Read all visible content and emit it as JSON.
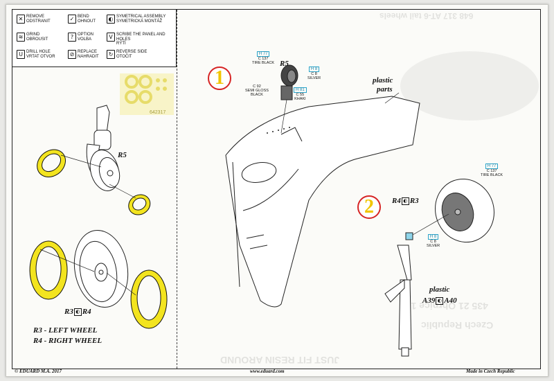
{
  "legend": [
    {
      "icon": "cross-out",
      "lines": [
        "REMOVE",
        "ODSTRANIT"
      ]
    },
    {
      "icon": "bend",
      "lines": [
        "BEND",
        "OHNOUT"
      ]
    },
    {
      "icon": "symmetrical",
      "lines": [
        "SYMETRICAL ASSEMBLY",
        "SYMETRICKÁ MONTÁŽ"
      ]
    },
    {
      "icon": "grind",
      "lines": [
        "GRIND",
        "OBROUSIT"
      ]
    },
    {
      "icon": "option",
      "lines": [
        "OPTION",
        "VOLBA"
      ]
    },
    {
      "icon": "scribe",
      "lines": [
        "SCRIBE THE PANEL AND HOLES",
        "RÝTÍ"
      ]
    },
    {
      "icon": "drill",
      "lines": [
        "DRILL HOLE",
        "VRTAT OTVOR"
      ]
    },
    {
      "icon": "replace",
      "lines": [
        "REPLACE",
        "NAHRADIT"
      ]
    },
    {
      "icon": "reverse",
      "lines": [
        "REVERSE SIDE",
        "OTOČIT"
      ]
    }
  ],
  "sheet_code": "642317",
  "left_panel": {
    "part_r5": "R5",
    "pair": {
      "a": "R3",
      "b": "R4"
    },
    "note_line1": "R3 - LEFT WHEEL",
    "note_line2": "R4 - RIGHT WHEEL"
  },
  "step1": {
    "number": "1",
    "part": "R5",
    "plastic_label_1": "plastic",
    "plastic_label_2": "parts",
    "paint_tire": {
      "code": "H 77",
      "line1": "C 137",
      "line2": "TIRE BLACK"
    },
    "paint_silver": {
      "code": "H 8",
      "line1": "C 8",
      "line2": "SILVER"
    },
    "paint_semigloss": {
      "line1": "C 92",
      "line2": "SEMI GLOSS",
      "line3": "BLACK"
    },
    "paint_khaki": {
      "code": "H 81",
      "line1": "C 55",
      "line2": "KHAKI"
    }
  },
  "step2": {
    "number": "2",
    "pair": {
      "a": "R4",
      "b": "R3"
    },
    "paint_tire": {
      "code": "H 77",
      "line1": "C 137",
      "line2": "TIRE BLACK"
    },
    "paint_silver": {
      "code": "H 8",
      "line1": "C 8",
      "line2": "SILVER"
    },
    "plastic_label": "plastic",
    "pair2": {
      "a": "A39",
      "b": "A40"
    }
  },
  "footer": {
    "left": "© EDUARD  M.A. 2017",
    "center": "www.eduard.com",
    "right": "Made in Czech Republic"
  },
  "colors": {
    "mask_yellow": "#f3e41f",
    "step_red": "#d62424",
    "paint_blue": "#29a3c9"
  }
}
